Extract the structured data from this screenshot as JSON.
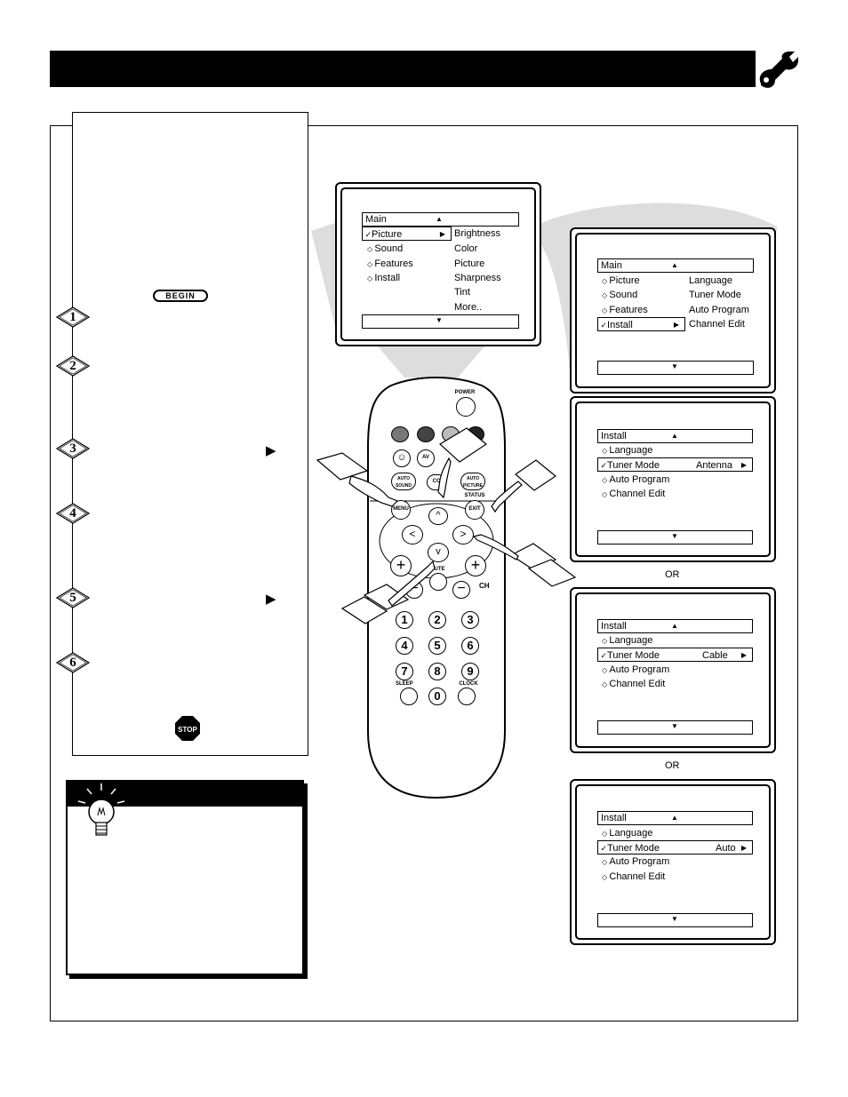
{
  "header": {
    "icon": "wrench-icon"
  },
  "instructions": {
    "begin_label": "BEGIN",
    "stop_label": "STOP",
    "steps": [
      "1",
      "2",
      "3",
      "4",
      "5",
      "6"
    ]
  },
  "top_screen": {
    "title": "Main",
    "items": [
      "Picture",
      "Sound",
      "Features",
      "Install"
    ],
    "sub_items": [
      "Brightness",
      "Color",
      "Picture",
      "Sharpness",
      "Tint",
      "More.."
    ]
  },
  "screen_main_install": {
    "title": "Main",
    "items": [
      "Picture",
      "Sound",
      "Features",
      "Install"
    ],
    "sub_items": [
      "Language",
      "Tuner Mode",
      "Auto Program",
      "Channel Edit"
    ]
  },
  "screen_antenna": {
    "title": "Install",
    "items": [
      "Language",
      "Tuner Mode",
      "Auto Program",
      "Channel Edit"
    ],
    "value": "Antenna"
  },
  "screen_cable": {
    "title": "Install",
    "items": [
      "Language",
      "Tuner Mode",
      "Auto Program",
      "Channel Edit"
    ],
    "value": "Cable"
  },
  "screen_auto": {
    "title": "Install",
    "items": [
      "Language",
      "Tuner Mode",
      "Auto Program",
      "Channel Edit"
    ],
    "value": "Auto"
  },
  "or_label": "OR",
  "remote": {
    "power": "POWER",
    "av": "AV",
    "auto_sound": "AUTO SOUND",
    "cc": "CC",
    "auto_picture": "AUTO PICTURE",
    "status": "STATUS",
    "menu": "MENU",
    "exit": "EXIT",
    "mute": "MUTE",
    "ch": "CH",
    "sleep": "SLEEP",
    "clock": "CLOCK",
    "digits": [
      "1",
      "2",
      "3",
      "4",
      "5",
      "6",
      "7",
      "8",
      "9",
      "0"
    ],
    "colors": [
      "#777777",
      "#444444",
      "#bbbbbb",
      "#222222"
    ]
  }
}
